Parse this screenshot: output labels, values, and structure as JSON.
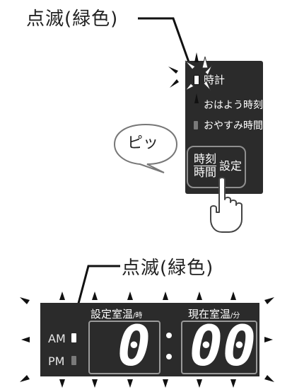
{
  "top_section": {
    "blink_label": "点滅(緑色)",
    "menu": {
      "clock_label": "時計",
      "morning_timer_label": "おはよう時刻",
      "sleep_timer_label": "おやすみ時間"
    },
    "beep_bubble": "ピッ",
    "setting_key": {
      "top_text": "時刻",
      "bottom_text": "時間",
      "suffix": "設定"
    }
  },
  "bottom_section": {
    "blink_label": "点滅(緑色)",
    "set_temp_label": "設定室温",
    "set_temp_unit": "時",
    "room_temp_label": "現在室温",
    "room_temp_unit": "分",
    "am_label": "AM",
    "pm_label": "PM",
    "hours": "0",
    "minutes": "00"
  },
  "colors": {
    "panel": "#2b2b2b",
    "indicator_on": "#ffffff",
    "indicator_off": "#7a7a7a",
    "text": "#222222"
  }
}
